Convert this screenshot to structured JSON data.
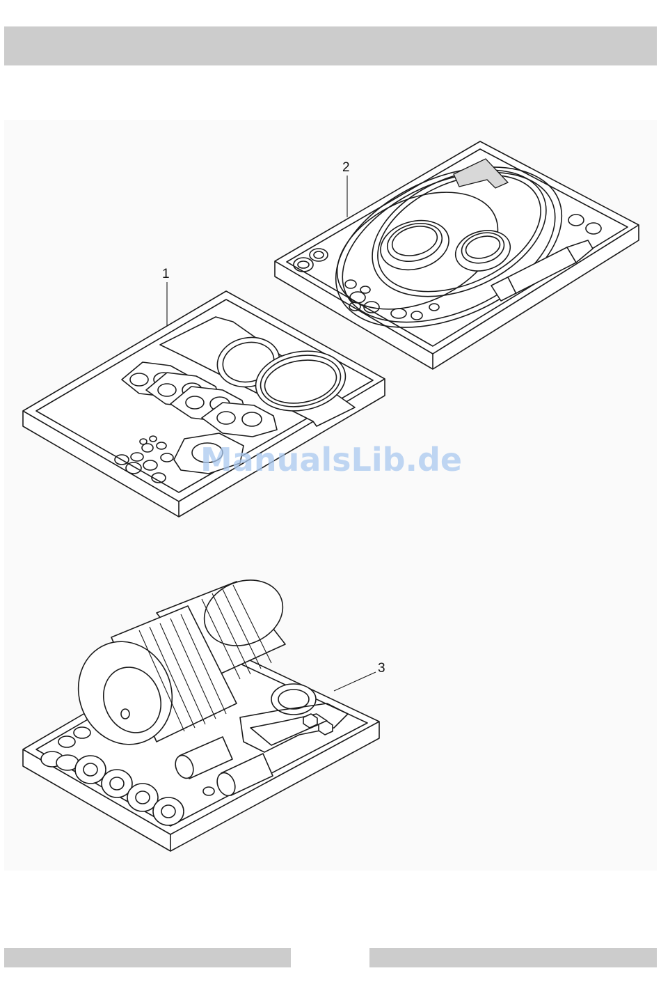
{
  "figure": {
    "callouts": [
      {
        "id": "1",
        "label": "1"
      },
      {
        "id": "2",
        "label": "2"
      },
      {
        "id": "3",
        "label": "3"
      }
    ]
  },
  "watermark": {
    "text": "ManualsLib.de",
    "color": "#a9c8ef"
  },
  "colors": {
    "bar": "#cccccc",
    "panel": "#fafafa",
    "line": "#1a1a1a"
  }
}
